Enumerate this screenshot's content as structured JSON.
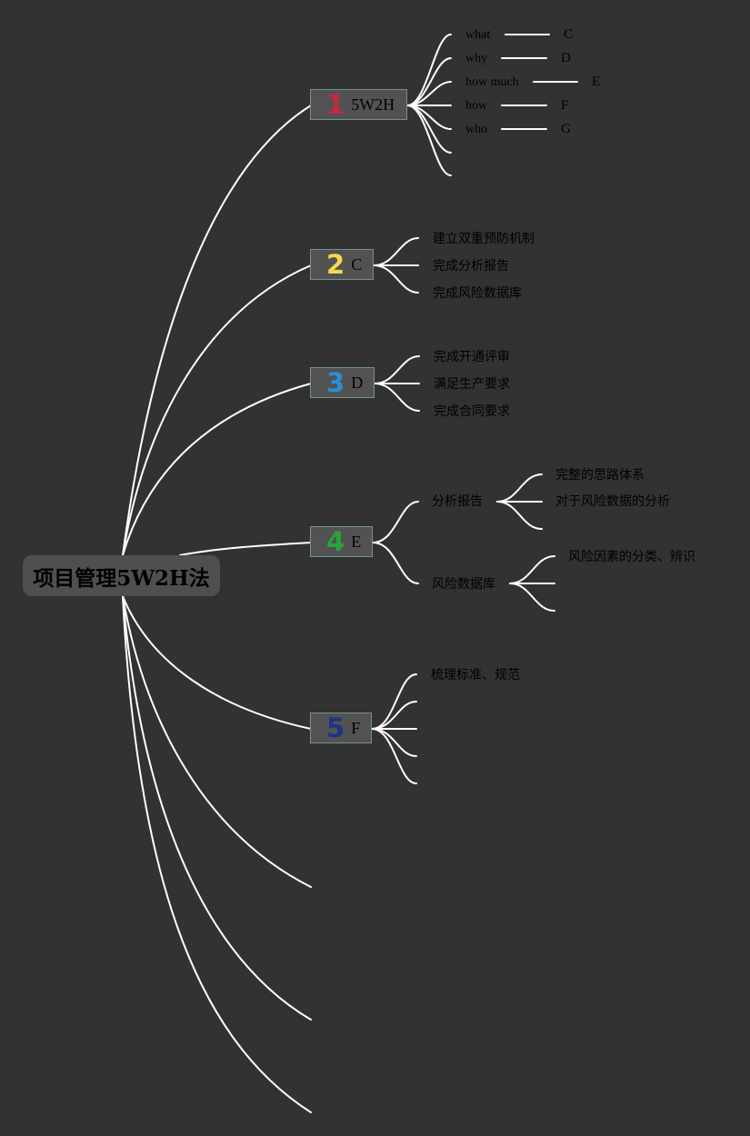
{
  "root": {
    "title": "项目管理5W2H法"
  },
  "topics": [
    {
      "number": "1",
      "label": "5W2H",
      "color": "#c8283c"
    },
    {
      "number": "2",
      "label": "C",
      "color": "#f4d94e"
    },
    {
      "number": "3",
      "label": "D",
      "color": "#2a8ed6"
    },
    {
      "number": "4",
      "label": "E",
      "color": "#27a43a"
    },
    {
      "number": "5",
      "label": "F",
      "color": "#1e3287"
    }
  ],
  "w2h": [
    {
      "term": "what",
      "letter": "C"
    },
    {
      "term": "why",
      "letter": "D"
    },
    {
      "term": "how much",
      "letter": "E"
    },
    {
      "term": "how",
      "letter": "F"
    },
    {
      "term": "who",
      "letter": "G"
    }
  ],
  "c_items": [
    "建立双重预防机制",
    "完成分析报告",
    "完成风险数据库"
  ],
  "d_items": [
    "完成开通评审",
    "满足生产要求",
    "完成合同要求"
  ],
  "e_items": [
    {
      "label": "分析报告",
      "children": [
        "完整的思路体系",
        "对于风险数据的分析"
      ]
    },
    {
      "label": "风险数据库",
      "children": [
        "风险因素的分类、辨识"
      ]
    }
  ],
  "f_items": [
    "梳理标准、规范"
  ],
  "colors": {
    "background": "#323232",
    "connector": "#ffffff",
    "node_fill": "#525252",
    "node_border": "#6f9686"
  }
}
